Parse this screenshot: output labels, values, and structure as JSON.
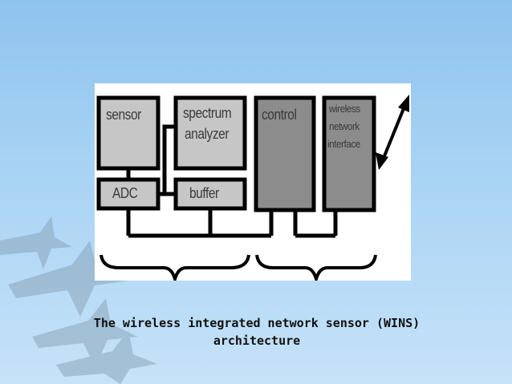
{
  "diagram": {
    "blocks": {
      "sensor": "sensor",
      "spectrum_analyzer": [
        "spectrum",
        "analyzer"
      ],
      "control": "control",
      "wireless_network_interface": [
        "wireless",
        "network",
        "interface"
      ],
      "adc": "ADC",
      "buffer": "buffer"
    },
    "colors": {
      "block_fill": "#c6c6c6",
      "dark_block_fill": "#8c8c8c",
      "wire": "#000000",
      "panel": "#ffffff"
    }
  },
  "caption": {
    "line1": "The wireless integrated network sensor (WINS)",
    "line2": "architecture"
  }
}
